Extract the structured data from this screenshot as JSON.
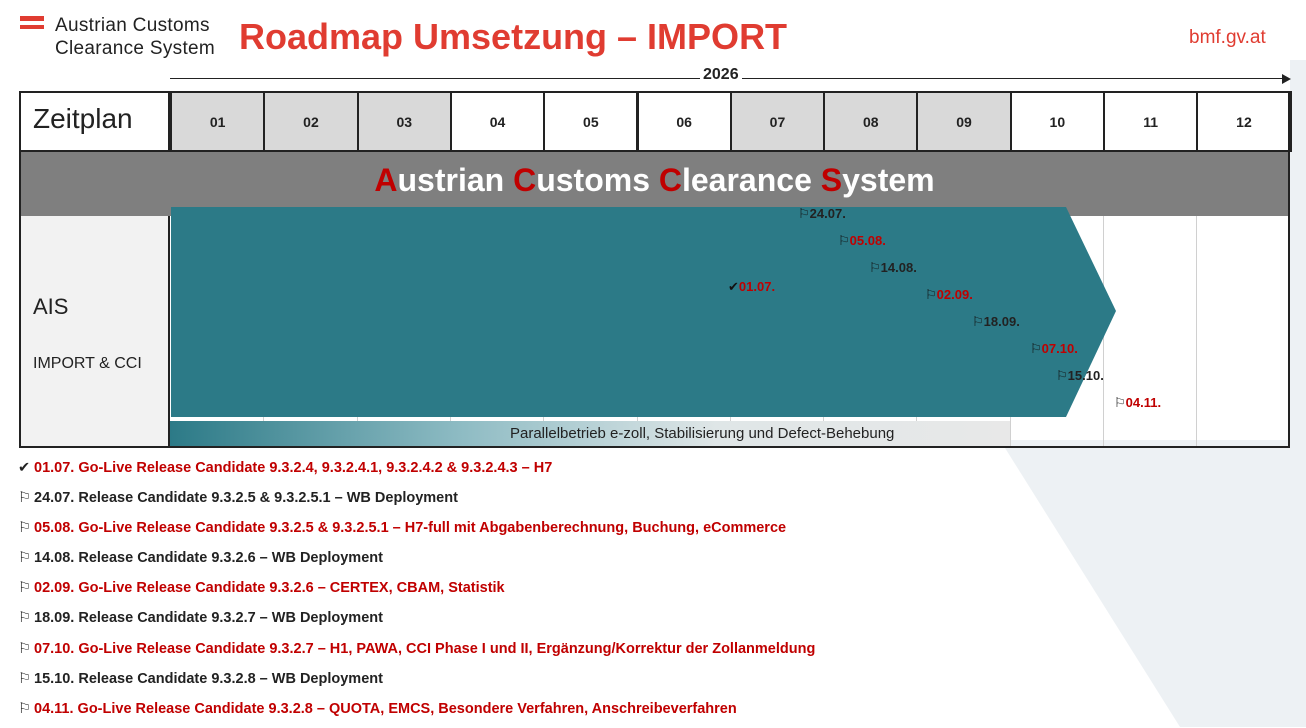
{
  "header": {
    "org_line1": "Austrian Customs",
    "org_line2": "Clearance System",
    "title": "Roadmap Umsetzung – IMPORT",
    "site": "bmf.gv.at",
    "year": "2026"
  },
  "colors": {
    "accent_red": "#e03c31",
    "dark_red": "#c00000",
    "teal": "#2c7a87",
    "ribbon_gray": "#7f7f7f"
  },
  "table": {
    "zeitplan_label": "Zeitplan",
    "months": [
      "01",
      "02",
      "03",
      "04",
      "05",
      "06",
      "07",
      "08",
      "09",
      "10",
      "11",
      "12"
    ],
    "ribbon": {
      "parts": [
        {
          "cap": "A",
          "rest": "ustrian "
        },
        {
          "cap": "C",
          "rest": "ustoms "
        },
        {
          "cap": "C",
          "rest": "learance "
        },
        {
          "cap": "S",
          "rest": "ystem"
        }
      ]
    },
    "row_label": "AIS",
    "row_sublabel": "IMPORT & CCI",
    "parallel_text": "Parallelbetrieb e-zoll, Stabilisierung und Defect-Behebung"
  },
  "milestones": [
    {
      "icon": "check-icon",
      "symbol": "✔",
      "date": "01.07.",
      "color": "red"
    },
    {
      "icon": "flag-icon",
      "symbol": "⚐",
      "date": "24.07.",
      "color": "black"
    },
    {
      "icon": "flag-icon",
      "symbol": "⚐",
      "date": "05.08.",
      "color": "red"
    },
    {
      "icon": "flag-icon",
      "symbol": "⚐",
      "date": "14.08.",
      "color": "black"
    },
    {
      "icon": "flag-icon",
      "symbol": "⚐",
      "date": "02.09.",
      "color": "red"
    },
    {
      "icon": "flag-icon",
      "symbol": "⚐",
      "date": "18.09.",
      "color": "black"
    },
    {
      "icon": "flag-icon",
      "symbol": "⚐",
      "date": "07.10.",
      "color": "red"
    },
    {
      "icon": "flag-icon",
      "symbol": "⚐",
      "date": "15.10.",
      "color": "black"
    },
    {
      "icon": "flag-icon",
      "symbol": "⚐",
      "date": "04.11.",
      "color": "red"
    }
  ],
  "legend": [
    {
      "symbol": "✔",
      "text": "01.07. Go-Live Release Candidate 9.3.2.4, 9.3.2.4.1, 9.3.2.4.2 & 9.3.2.4.3 – H7",
      "color": "red"
    },
    {
      "symbol": "⚐",
      "text": "24.07. Release Candidate 9.3.2.5 & 9.3.2.5.1 – WB Deployment",
      "color": "black"
    },
    {
      "symbol": "⚐",
      "text": "05.08. Go-Live Release Candidate 9.3.2.5 & 9.3.2.5.1 – H7-full mit Abgabenberechnung, Buchung, eCommerce",
      "color": "red"
    },
    {
      "symbol": "⚐",
      "text": "14.08. Release Candidate 9.3.2.6 – WB Deployment",
      "color": "black"
    },
    {
      "symbol": "⚐",
      "text": "02.09. Go-Live Release Candidate 9.3.2.6 – CERTEX, CBAM, Statistik",
      "color": "red"
    },
    {
      "symbol": "⚐",
      "text": "18.09. Release Candidate 9.3.2.7 – WB Deployment",
      "color": "black"
    },
    {
      "symbol": "⚐",
      "text": "07.10. Go-Live Release Candidate 9.3.2.7 – H1, PAWA, CCI Phase I und II, Ergänzung/Korrektur der Zollanmeldung",
      "color": "red"
    },
    {
      "symbol": "⚐",
      "text": "15.10. Release Candidate 9.3.2.8 – WB Deployment",
      "color": "black"
    },
    {
      "symbol": "⚐",
      "text": "04.11. Go-Live Release Candidate 9.3.2.8 – QUOTA, EMCS, Besondere Verfahren, Anschreibeverfahren",
      "color": "red"
    }
  ]
}
